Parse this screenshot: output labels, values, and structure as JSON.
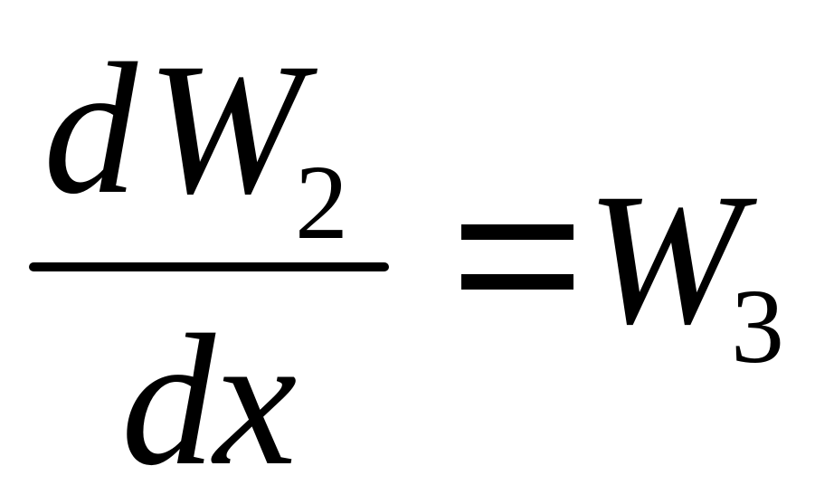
{
  "equation": {
    "numerator": {
      "differential": "d",
      "variable": "W",
      "subscript": "2"
    },
    "denominator": {
      "differential": "d",
      "variable": "x"
    },
    "relation": "=",
    "rhs": {
      "variable": "W",
      "subscript": "3"
    }
  }
}
